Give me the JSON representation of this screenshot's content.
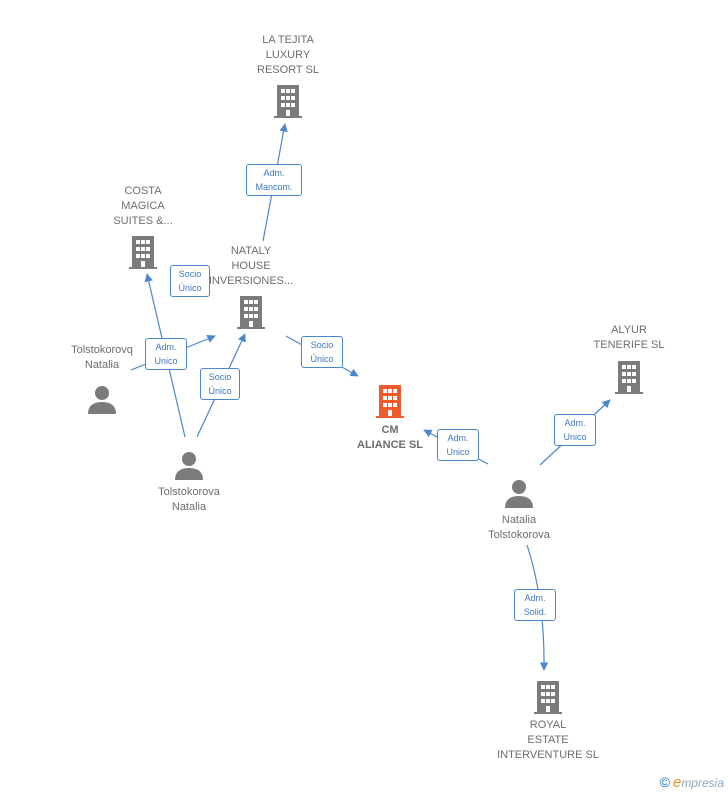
{
  "colors": {
    "company": "#7b7b7b",
    "company_main": "#ef5b2b",
    "person": "#7b7b7b",
    "edge": "#4a87cf",
    "label_text": "#6d6d6d"
  },
  "nodes": {
    "la_tejita": {
      "lines": [
        "LA TEJITA",
        "LUXURY",
        "RESORT  SL"
      ],
      "kind": "company"
    },
    "costa_magica": {
      "lines": [
        "COSTA",
        "MAGICA",
        "SUITES &..."
      ],
      "kind": "company"
    },
    "nataly_house": {
      "lines": [
        "NATALY",
        "HOUSE",
        "INVERSIONES..."
      ],
      "kind": "company"
    },
    "tolstokorovq": {
      "lines": [
        "Tolstokorovq",
        "Natalia"
      ],
      "kind": "person"
    },
    "tolstokorova_natalia": {
      "lines": [
        "Tolstokorova",
        "Natalia"
      ],
      "kind": "person"
    },
    "cm_aliance": {
      "lines": [
        "CM",
        "ALIANCE  SL"
      ],
      "kind": "company_main"
    },
    "alyur": {
      "lines": [
        "ALYUR",
        "TENERIFE SL"
      ],
      "kind": "company"
    },
    "natalia_tolstokorova": {
      "lines": [
        "Natalia",
        "Tolstokorova"
      ],
      "kind": "person"
    },
    "royal_estate": {
      "lines": [
        "ROYAL",
        "ESTATE",
        "INTERVENTURE SL"
      ],
      "kind": "company"
    }
  },
  "edges": [
    {
      "id": "e1",
      "lines": [
        "Adm.",
        "Mancom."
      ]
    },
    {
      "id": "e2",
      "lines": [
        "Socio",
        "Único"
      ]
    },
    {
      "id": "e3",
      "lines": [
        "Adm.",
        "Unico"
      ]
    },
    {
      "id": "e4",
      "lines": [
        "Socio",
        "Único"
      ]
    },
    {
      "id": "e5",
      "lines": [
        "Socio",
        "Único"
      ]
    },
    {
      "id": "e6",
      "lines": [
        "Adm.",
        "Unico"
      ]
    },
    {
      "id": "e7",
      "lines": [
        "Adm.",
        "Unico"
      ]
    },
    {
      "id": "e8",
      "lines": [
        "Adm.",
        "Solid."
      ]
    }
  ],
  "brand": {
    "copyright": "©",
    "e": "e",
    "rest": "mpresia"
  }
}
